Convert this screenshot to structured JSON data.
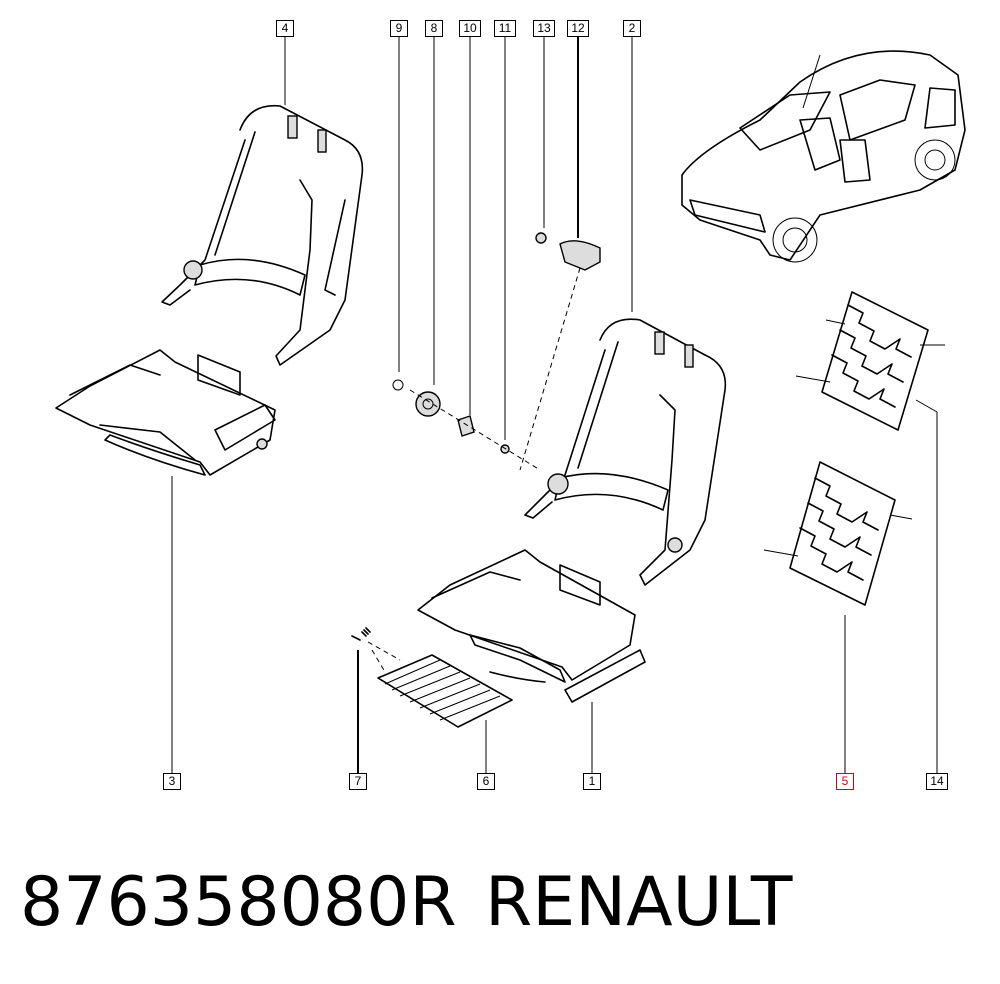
{
  "diagram": {
    "callouts": [
      "4",
      "9",
      "8",
      "10",
      "11",
      "13",
      "12",
      "2",
      "3",
      "7",
      "6",
      "1",
      "5",
      "14"
    ],
    "highlighted_callout": "5",
    "highlight_color": "#d0021b"
  },
  "footer": {
    "part_number": "876358080R",
    "brand": "RENAULT"
  }
}
